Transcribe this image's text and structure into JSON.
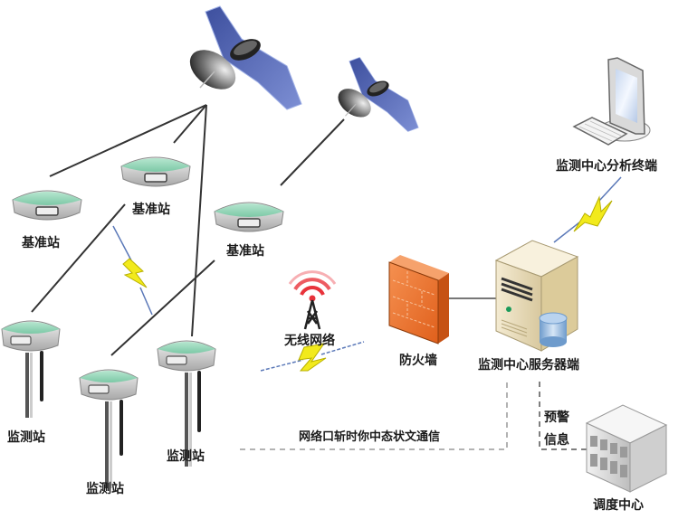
{
  "diagram": {
    "title": "",
    "nodes": {
      "satellite_1": {
        "label": "",
        "kind": "satellite-icon"
      },
      "satellite_2": {
        "label": "",
        "kind": "satellite-icon"
      },
      "base_station_left": {
        "label": "基准站",
        "kind": "gnss-receiver-icon"
      },
      "base_station_mid": {
        "label": "基准站",
        "kind": "gnss-receiver-icon"
      },
      "base_station_right": {
        "label": "基准站",
        "kind": "gnss-receiver-icon"
      },
      "monitor_station_1": {
        "label": "监测站",
        "kind": "gnss-rover-icon"
      },
      "monitor_station_2": {
        "label": "监测站",
        "kind": "gnss-rover-icon"
      },
      "monitor_station_3": {
        "label": "监测站",
        "kind": "gnss-rover-icon"
      },
      "wireless_network": {
        "label": "无线网络",
        "kind": "radio-tower-icon"
      },
      "firewall": {
        "label": "防火墙",
        "kind": "firewall-icon"
      },
      "server": {
        "label": "监测中心服务器端",
        "kind": "server-icon"
      },
      "analysis_terminal": {
        "label": "监测中心分析终端",
        "kind": "computer-icon"
      },
      "dispatch_center": {
        "label": "调度中心",
        "kind": "building-icon"
      }
    },
    "annotations": {
      "realtime_comm": "网络口斩时你中态状文通信",
      "warning_line1": "预警",
      "warning_line2": "信息"
    },
    "colors": {
      "receiver_cap": "#8fd3b4",
      "receiver_body": "#d6d6d6",
      "solar_panel": "#4a5fae",
      "lightning": "#f2ea1c",
      "firewall": "#f07a32",
      "server": "#eee0bd",
      "database": "#8fb8e0",
      "tower_signal": "#e8333b",
      "line": "#333333",
      "dashed_line": "#9a9a9a"
    }
  }
}
